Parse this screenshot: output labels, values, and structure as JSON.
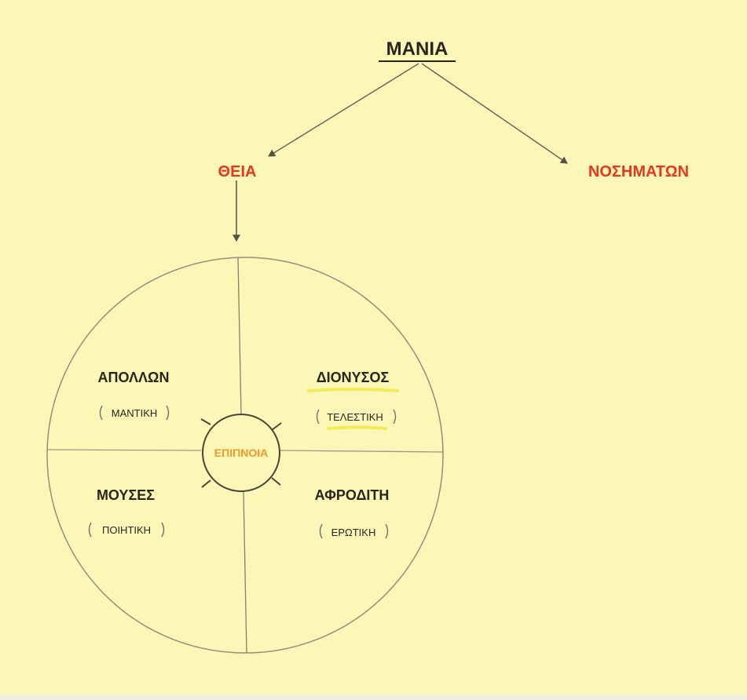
{
  "root": {
    "label": "ΜΑΝΙΑ"
  },
  "branches": [
    {
      "label": "ΘΕΙΑ"
    },
    {
      "label": "ΝΟΣΗΜΑΤΩΝ"
    }
  ],
  "center": {
    "label": "ΕΠΙΠΝΟΙΑ"
  },
  "quadrants": [
    {
      "god": "ΑΠΟΛΛΩΝ",
      "art": "ΜΑΝΤΙΚΗ"
    },
    {
      "god": "ΔΙΟΝΥΣΟΣ",
      "art": "ΤΕΛΕΣΤΙΚΗ"
    },
    {
      "god": "ΜΟΥΣΕΣ",
      "art": "ΠΟΙΗΤΙΚΗ"
    },
    {
      "god": "ΑΦΡΟΔΙΤΗ",
      "art": "ΕΡΩΤΙΚΗ"
    }
  ],
  "colors": {
    "background": "#fbf7b6",
    "divine": "#e8361f",
    "center": "#f0962a",
    "highlight": "#f3ea5a"
  }
}
